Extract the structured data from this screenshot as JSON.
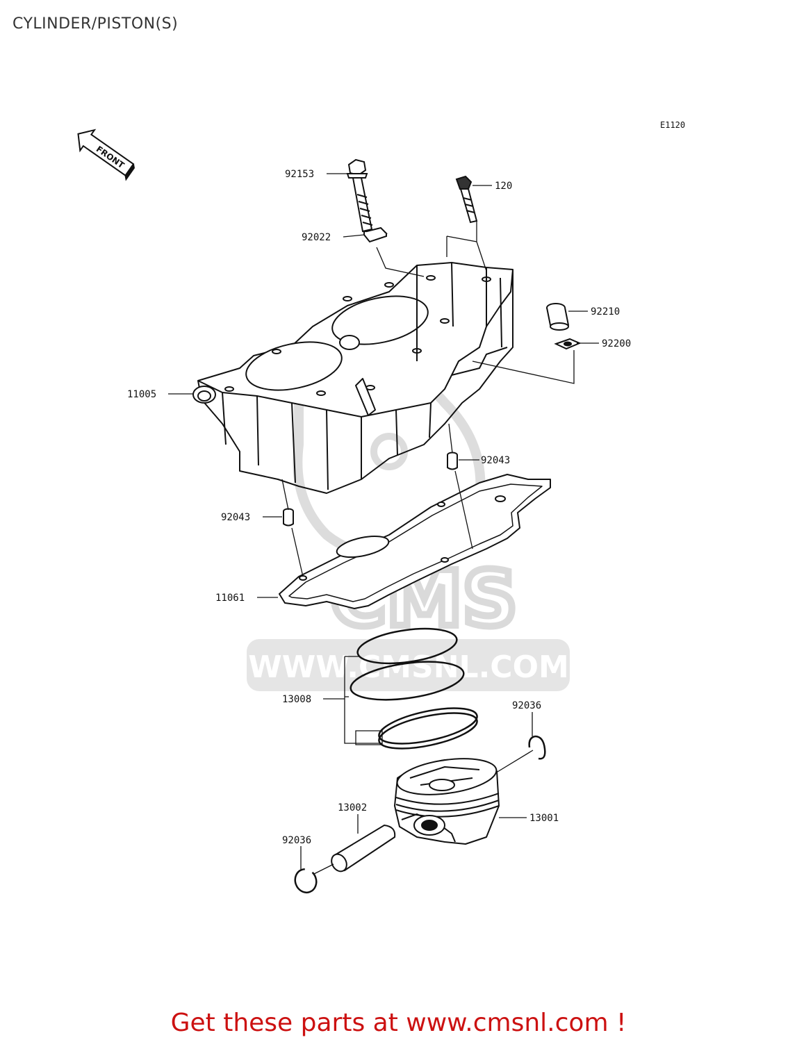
{
  "title": "CYLINDER/PISTON(S)",
  "diagram_ref": "E1120",
  "front_label": "FRONT",
  "parts": {
    "p92153": "92153",
    "p120": "120",
    "p92022": "92022",
    "p92210": "92210",
    "p92200": "92200",
    "p11005": "11005",
    "p92043_right": "92043",
    "p92043_left": "92043",
    "p11061": "11061",
    "p13008": "13008",
    "p92036_right": "92036",
    "p13002": "13002",
    "p13001": "13001",
    "p92036_left": "92036"
  },
  "watermark": {
    "brand": "CMS",
    "url": "WWW.CMSNL.COM"
  },
  "footer": {
    "text": "Get these parts at www.cmsnl.com !"
  },
  "colors": {
    "footer_text": "#cc1111",
    "line_art": "#111111",
    "watermark": "#d9d9d9"
  }
}
